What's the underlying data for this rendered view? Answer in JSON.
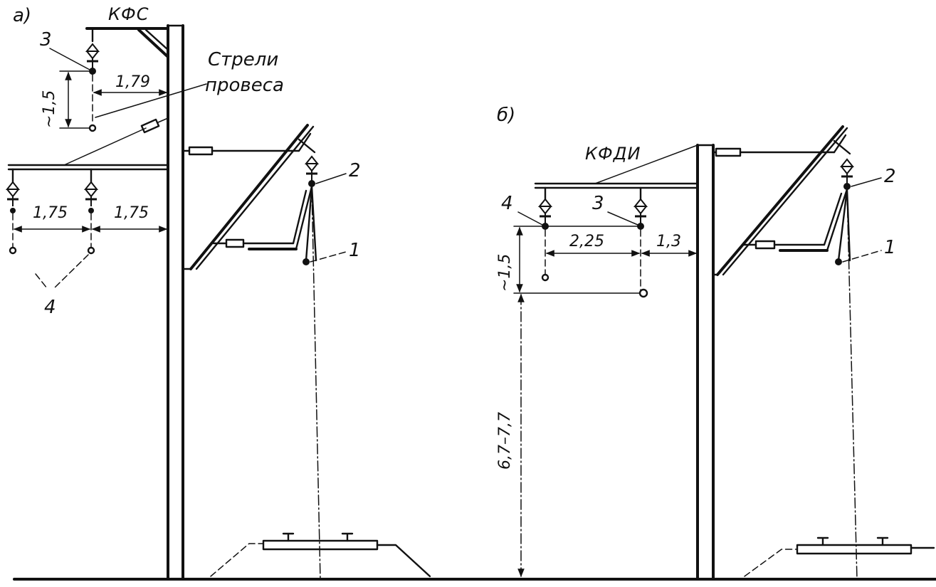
{
  "panel_a": {
    "letter": "а)",
    "bracket_name": "КФС",
    "note_line1": "Стрели",
    "note_line2": "провеса",
    "dim_horizontal_top": "1,79",
    "dim_vertical": "~1,5",
    "dim_left": "1,75",
    "dim_right": "1,75",
    "callout_3": "3",
    "callout_2": "2",
    "callout_1": "1",
    "callout_4": "4"
  },
  "panel_b": {
    "letter": "б)",
    "bracket_name": "КФДИ",
    "dim_left": "2,25",
    "dim_right": "1,3",
    "dim_vertical": "~1,5",
    "dim_height": "6,7–7,7",
    "callout_4": "4",
    "callout_3": "3",
    "callout_2": "2",
    "callout_1": "1"
  }
}
